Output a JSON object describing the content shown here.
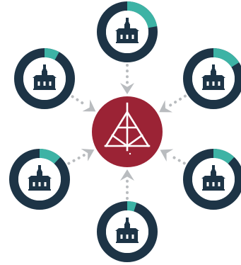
{
  "colors": {
    "ring_dark": "#1d3446",
    "ring_teal": "#3db3a5",
    "hub_red": "#9b2335",
    "arrow_gray": "#b9bcbf",
    "dot_gray": "#b9bcbf",
    "white": "#ffffff"
  },
  "hub": {
    "icon": "church-cross-emblem-icon"
  },
  "nodes": [
    {
      "id": "top",
      "icon": "church-icon",
      "share": 0.22
    },
    {
      "id": "upper-right",
      "icon": "church-icon",
      "share": 0.16
    },
    {
      "id": "lower-right",
      "icon": "church-icon",
      "share": 0.12
    },
    {
      "id": "bottom",
      "icon": "church-icon",
      "share": 0.05
    },
    {
      "id": "lower-left",
      "icon": "church-icon",
      "share": 0.12
    },
    {
      "id": "upper-left",
      "icon": "church-icon",
      "share": 0.08
    }
  ]
}
